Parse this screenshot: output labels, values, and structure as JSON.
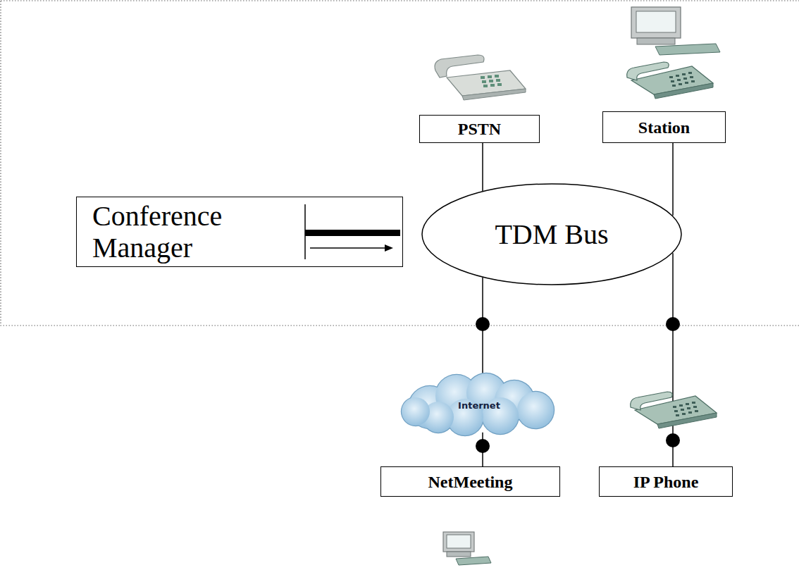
{
  "diagram": {
    "nodes": [
      {
        "text": [
          "PSTN"
        ]
      },
      {
        "text": [
          "Station"
        ]
      },
      {
        "text": [
          "Conference Manager"
        ]
      },
      {
        "text": [
          "TDM Bus"
        ]
      },
      {
        "text": [
          "Internet"
        ]
      },
      {
        "text": [
          "NetMeeting"
        ]
      },
      {
        "text": [
          "IP Phone"
        ]
      }
    ],
    "edges": [
      {
        "from": 0,
        "to": 3,
        "arrow": "none"
      },
      {
        "from": 1,
        "to": 3,
        "arrow": "none"
      },
      {
        "from": 3,
        "to": 4,
        "arrow": "none"
      },
      {
        "from": 4,
        "to": 5,
        "arrow": "none"
      },
      {
        "from": 3,
        "to": 6,
        "arrow": "none"
      }
    ]
  }
}
